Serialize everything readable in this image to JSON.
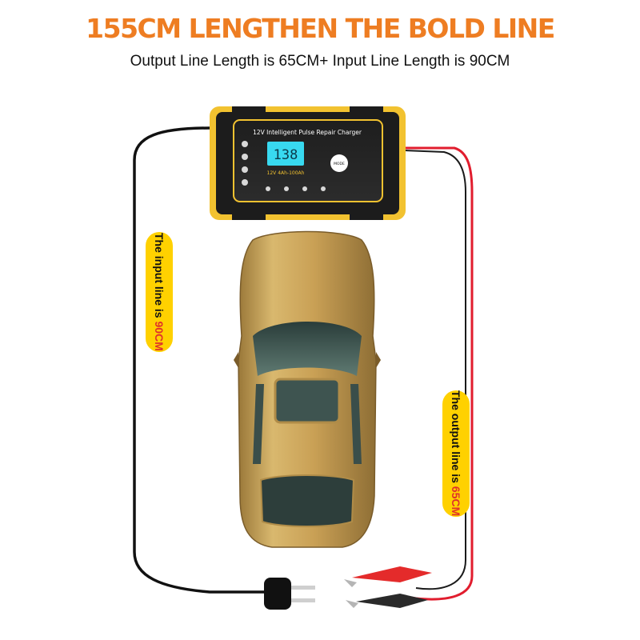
{
  "header": {
    "headline": "155CM LENGTHEN THE BOLD LINE",
    "subheadline": "Output Line Length is 65CM+ Input Line Length is 90CM"
  },
  "charger": {
    "title": "12V Intelligent Pulse Repair Charger",
    "display_value": "138",
    "range_label": "12V 4Ah-100Ah",
    "mode_button": "MODE"
  },
  "input_tag": {
    "text": "The input line is ",
    "value": "90CM"
  },
  "output_tag": {
    "text": "The output line is ",
    "value": "65CM"
  },
  "colors": {
    "headline": "#ee7d22",
    "charger_yellow": "#f2c230",
    "charger_body": "#1c1c1c",
    "tag_yellow": "#ffd100",
    "highlight_red": "#e0312b",
    "output_wire": "#e11d2e",
    "input_wire": "#111111",
    "car_gold": "#c9a055"
  }
}
